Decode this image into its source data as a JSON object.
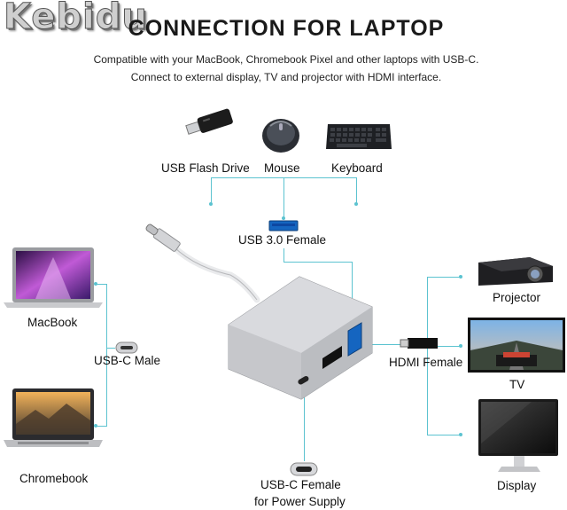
{
  "brand": "Kebidu",
  "title": "CONNECTION FOR LAPTOP",
  "subtitle_1": "Compatible with your MacBook, Chromebook Pixel and other laptops with USB-C.",
  "subtitle_2": "Connect to external display, TV and projector with HDMI interface.",
  "devices": {
    "usb_flash_drive": "USB Flash Drive",
    "mouse": "Mouse",
    "keyboard": "Keyboard",
    "macbook": "MacBook",
    "chromebook": "Chromebook",
    "projector": "Projector",
    "tv": "TV",
    "display": "Display"
  },
  "ports": {
    "usb3_female": "USB 3.0 Female",
    "usbc_male": "USB-C Male",
    "hdmi_female": "HDMI Female",
    "usbc_female_line1": "USB-C Female",
    "usbc_female_line2": "for Power Supply"
  },
  "colors": {
    "connector_line": "#5cc3d0",
    "adapter_body": "#c8c9cc"
  }
}
